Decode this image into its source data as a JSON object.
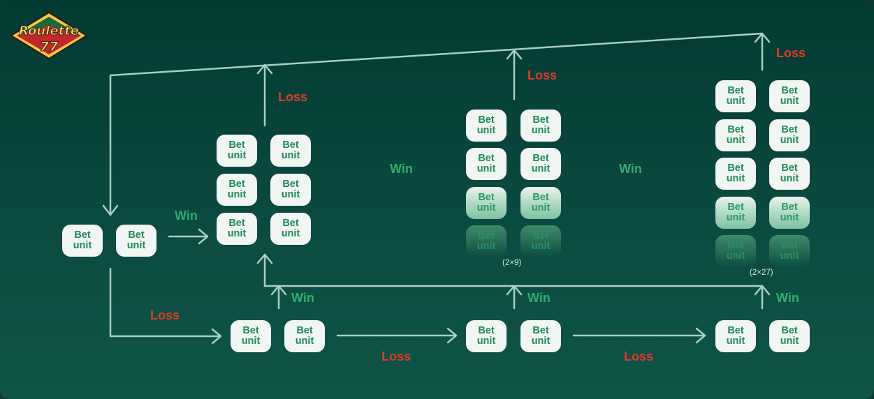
{
  "logo": {
    "line1": "Roulette",
    "line2": "77"
  },
  "unit": {
    "line1": "Bet",
    "line2": "unit"
  },
  "labels": {
    "win": "Win",
    "loss": "Loss"
  },
  "notes": {
    "multiplier_2x9": "(2×9)",
    "multiplier_2x27": "(2×27)"
  },
  "colors": {
    "background": "#0b4a40",
    "arrow": "#a9cfc3",
    "win": "#2fae6e",
    "loss": "#e03a2c",
    "unit_fill": "#f1f5f3",
    "unit_text": "#1f8a58"
  }
}
